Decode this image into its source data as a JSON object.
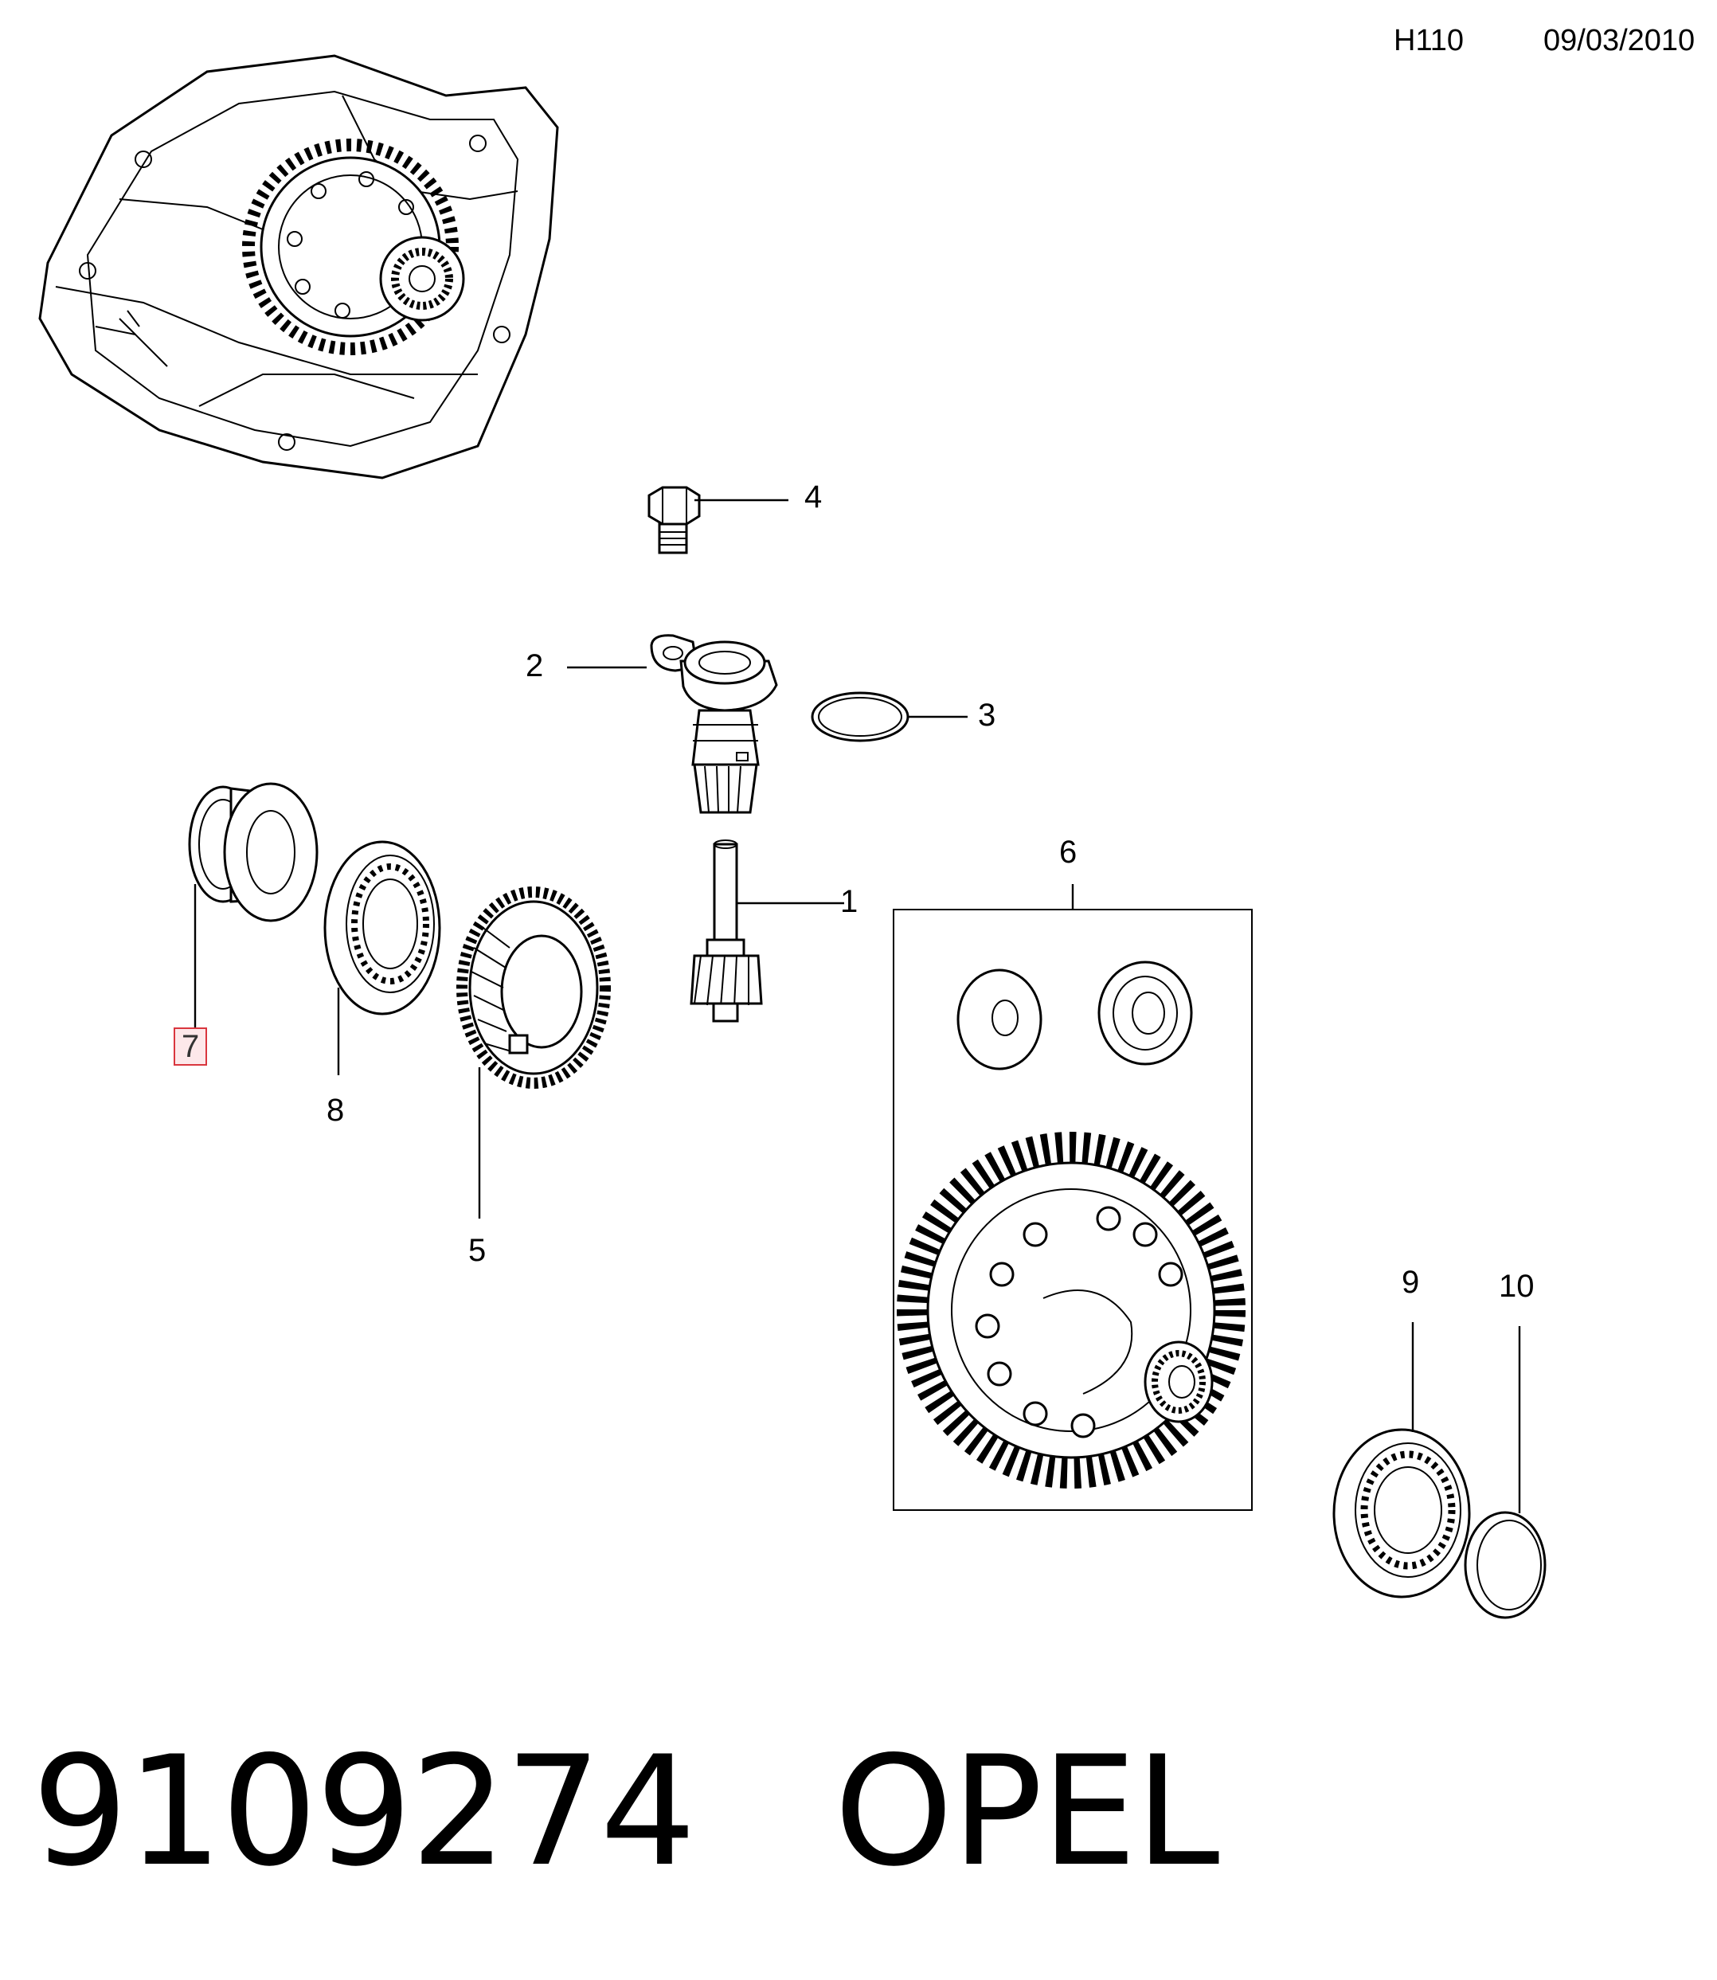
{
  "header": {
    "code": "H110",
    "date": "09/03/2010"
  },
  "callouts": {
    "c1": "1",
    "c2": "2",
    "c3": "3",
    "c4": "4",
    "c5": "5",
    "c6": "6",
    "c7": "7",
    "c8": "8",
    "c9": "9",
    "c10": "10"
  },
  "footer": {
    "part_number": "9109274",
    "brand": "OPEL"
  },
  "highlight_color": "#d9363e"
}
